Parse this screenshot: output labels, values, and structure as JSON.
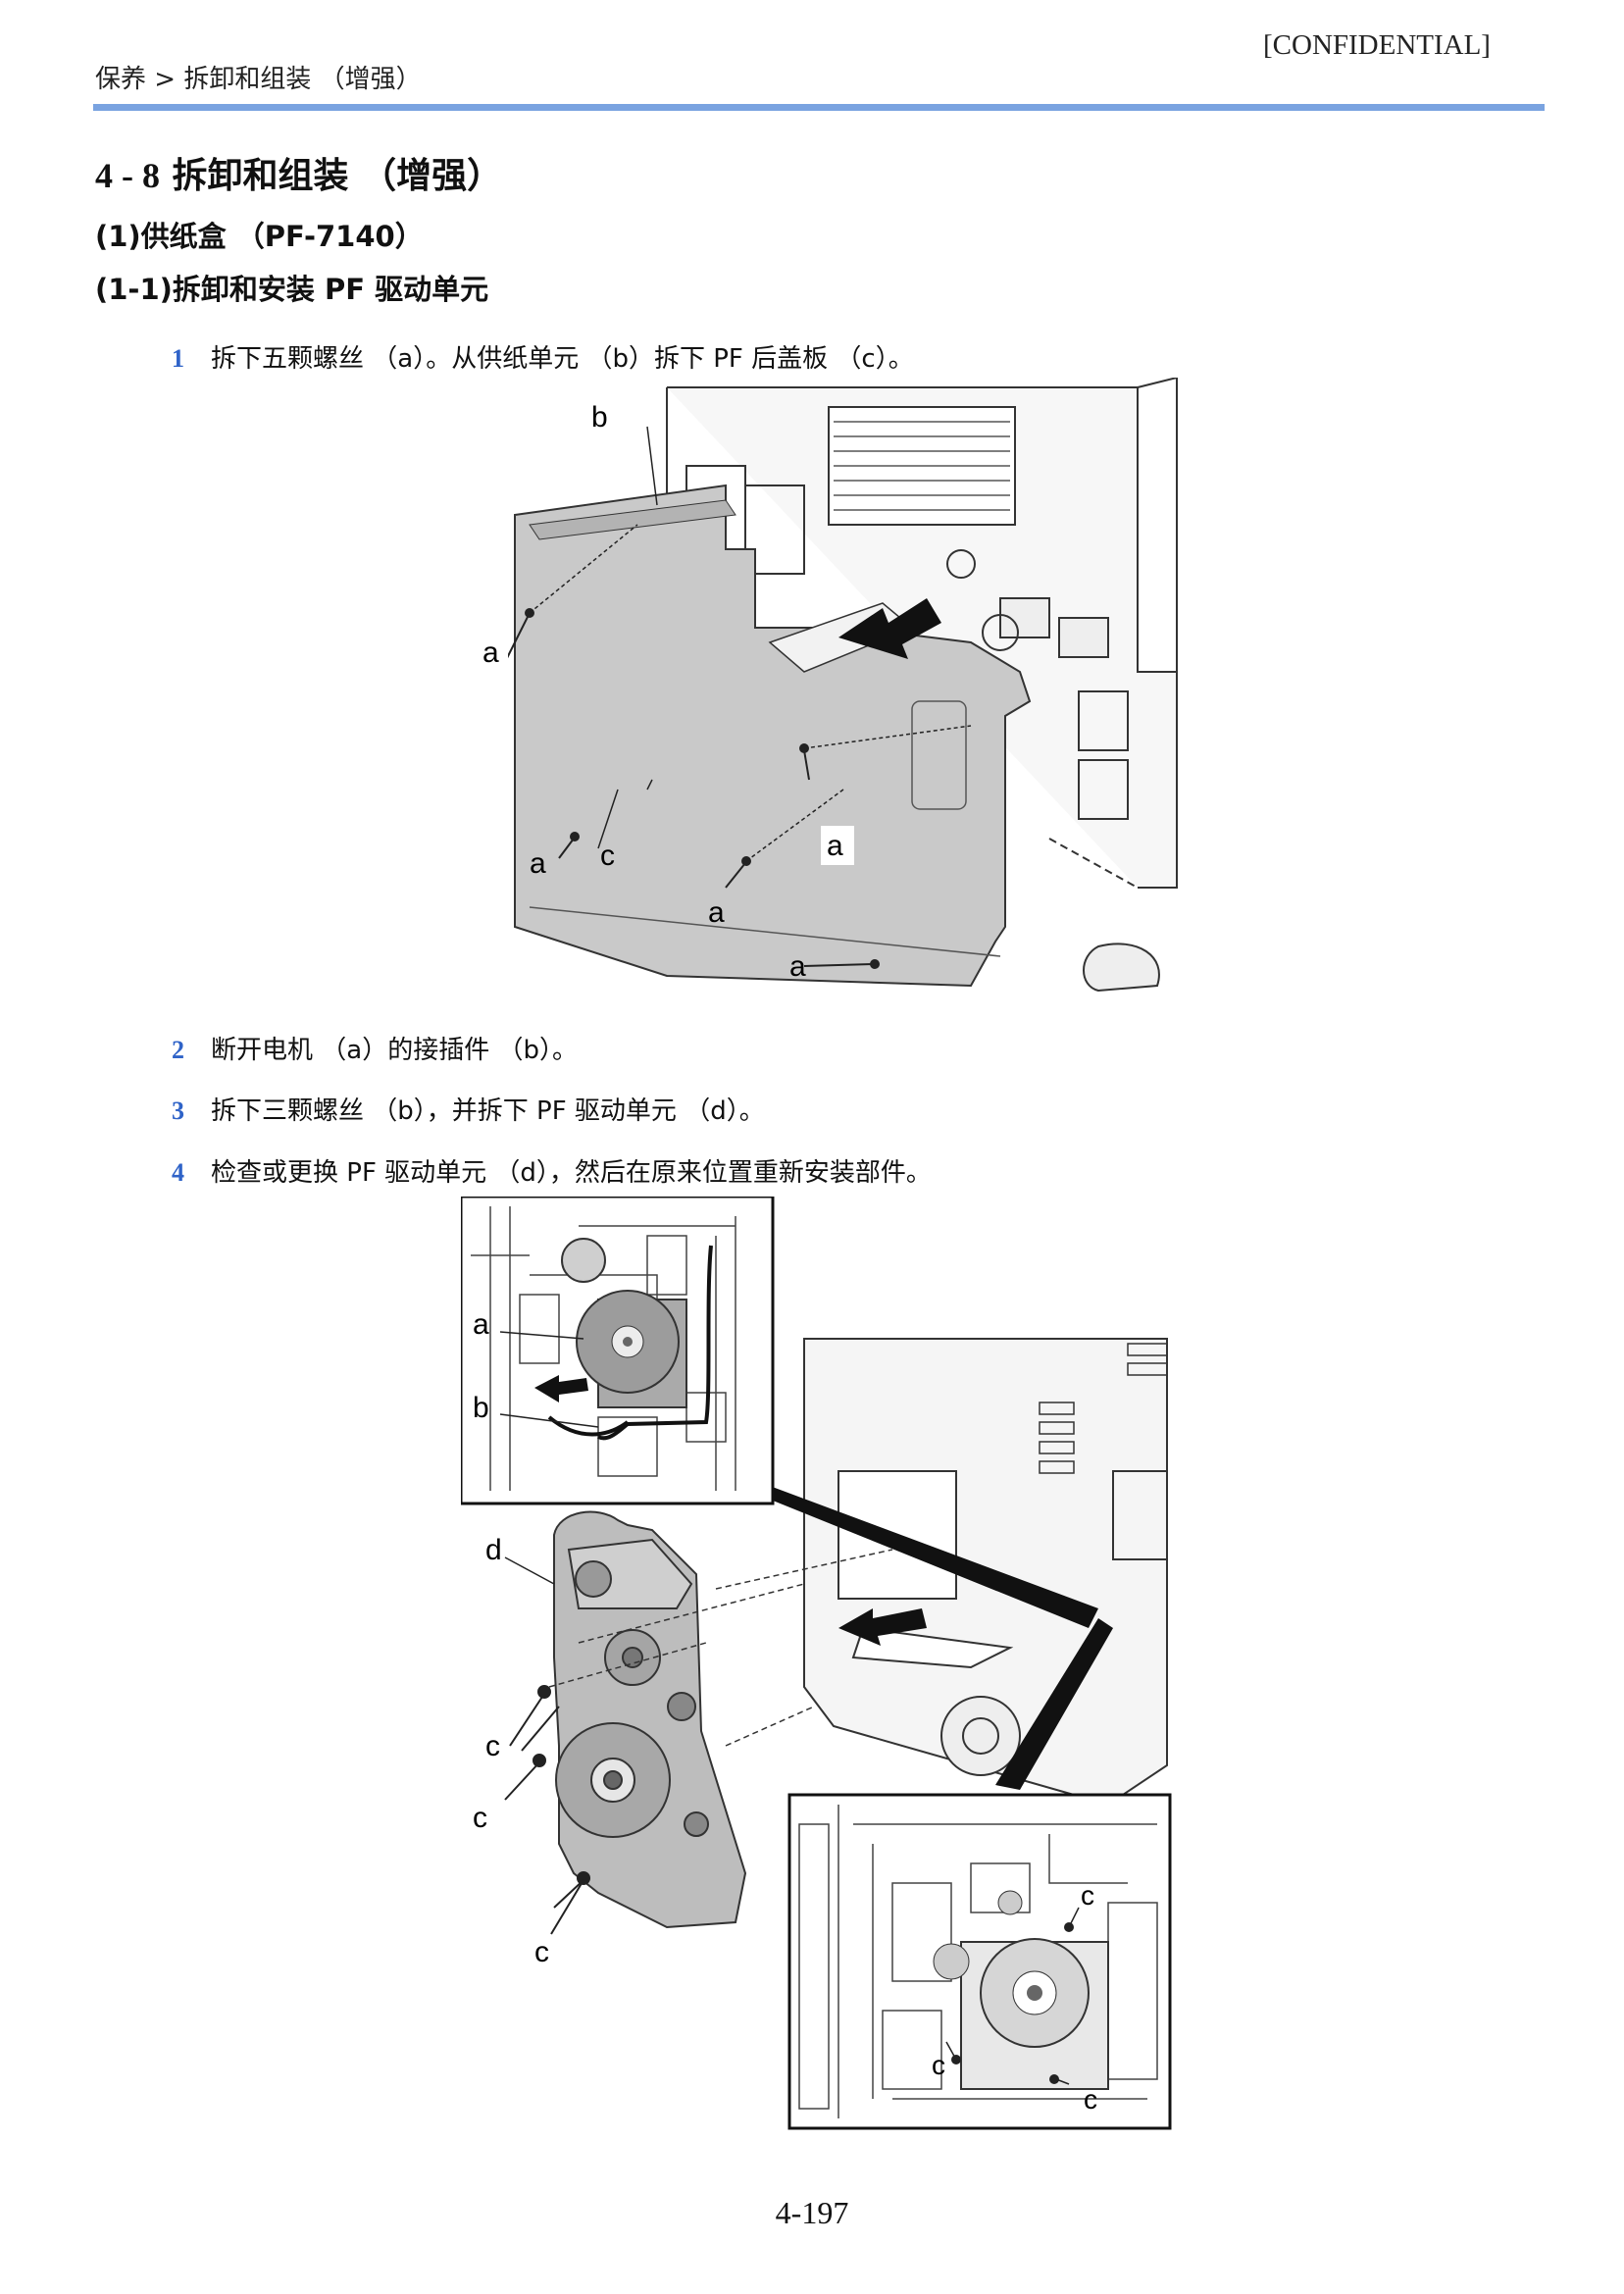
{
  "header": {
    "confidential": "[CONFIDENTIAL]",
    "breadcrumb": "保养 > 拆卸和组装 （增强）"
  },
  "section": {
    "number": "4 - 8",
    "title": "拆卸和组装 （增强）",
    "subsection": "(1)供纸盒 （PF-7140）",
    "subsubsection": "(1-1)拆卸和安装 PF 驱动单元"
  },
  "steps": [
    {
      "n": "1",
      "text": "拆下五颗螺丝 （a）。从供纸单元 （b）拆下 PF 后盖板 （c）。"
    },
    {
      "n": "2",
      "text": "断开电机 （a）的接插件 （b）。"
    },
    {
      "n": "3",
      "text": "拆下三颗螺丝 （b），并拆下 PF 驱动单元 （d）。"
    },
    {
      "n": "4",
      "text": "检查或更换 PF 驱动单元 （d），然后在原来位置重新安装部件。"
    }
  ],
  "figure1": {
    "callouts": {
      "b": "b",
      "a": "a",
      "c": "c"
    }
  },
  "figure2": {
    "callouts": {
      "a": "a",
      "b": "b",
      "c": "c",
      "d": "d"
    }
  },
  "footer": {
    "page_number": "4-197"
  }
}
